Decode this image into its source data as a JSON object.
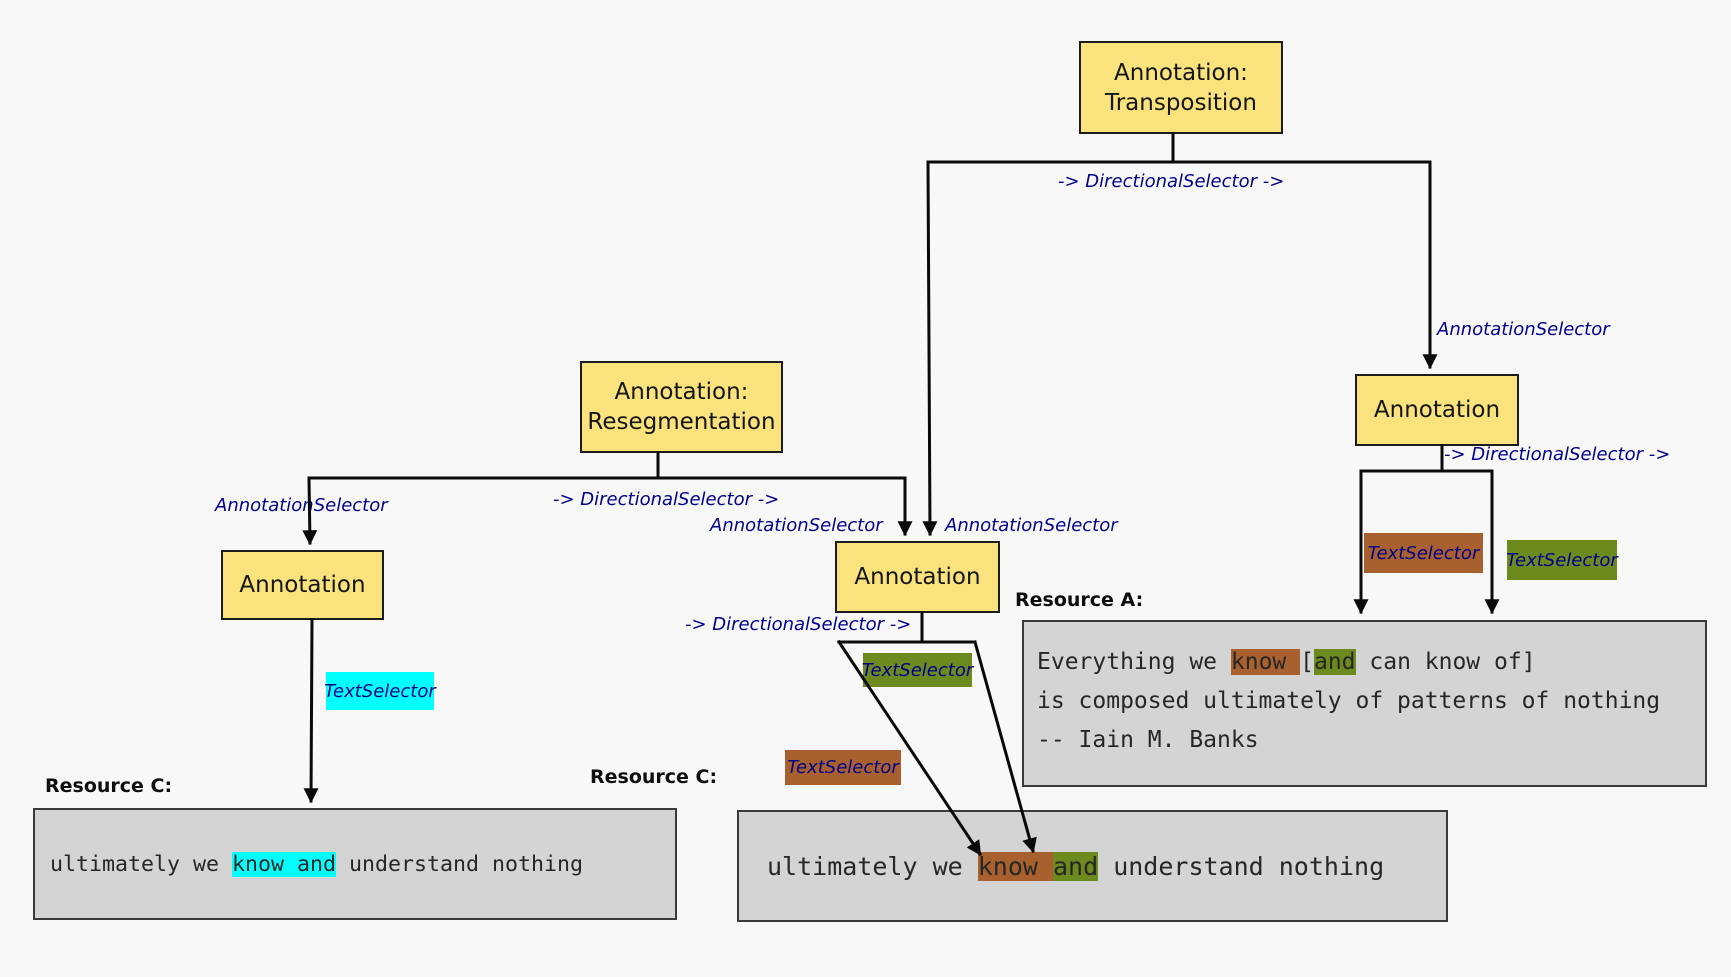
{
  "colors": {
    "background": "#f8f8f8",
    "node_fill": "#fae37c",
    "node_border": "#1c1c1c",
    "edge_label_text": "#00008b",
    "resource_fill": "#d4d4d4",
    "highlight_sienna": "#a9602f",
    "highlight_olive": "#6c8a1e",
    "highlight_cyan": "#00ffff"
  },
  "nodes": {
    "transposition": {
      "lines": [
        "Annotation:",
        "Transposition"
      ]
    },
    "resegmentation": {
      "lines": [
        "Annotation:",
        "Resegmentation"
      ]
    },
    "annotation_left": {
      "label": "Annotation"
    },
    "annotation_middle": {
      "label": "Annotation"
    },
    "annotation_right": {
      "label": "Annotation"
    }
  },
  "edge_labels": {
    "top_directional": "-> DirectionalSelector ->",
    "right_annotation_selector": "AnnotationSelector",
    "right_directional": "-> DirectionalSelector ->",
    "reseg_left_annotation_selector": "AnnotationSelector",
    "reseg_directional": "-> DirectionalSelector ->",
    "mid_left_annotation_selector": "AnnotationSelector",
    "mid_right_annotation_selector": "AnnotationSelector",
    "mid_directional": "-> DirectionalSelector ->"
  },
  "selector_chips": {
    "left_cyan": "TextSelector",
    "mid_olive": "TextSelector",
    "mid_sienna": "TextSelector",
    "right_sienna": "TextSelector",
    "right_olive": "TextSelector"
  },
  "resources": {
    "a": {
      "title": "Resource A:",
      "lines": [
        [
          {
            "t": "Everything we ",
            "h": null
          },
          {
            "t": "know ",
            "h": "sienna"
          },
          {
            "t": "[",
            "h": null
          },
          {
            "t": "and",
            "h": "olive"
          },
          {
            "t": " can know of]",
            "h": null
          }
        ],
        [
          {
            "t": "is composed ultimately of patterns of nothing",
            "h": null
          }
        ],
        [
          {
            "t": "-- Iain M. Banks",
            "h": null
          }
        ]
      ]
    },
    "c_left": {
      "title": "Resource C:",
      "lines": [
        [
          {
            "t": "ultimately we ",
            "h": null
          },
          {
            "t": "know and",
            "h": "cyan"
          },
          {
            "t": " understand nothing",
            "h": null
          }
        ]
      ]
    },
    "c_mid": {
      "title": "Resource C:",
      "lines": [
        [
          {
            "t": "ultimately we ",
            "h": null
          },
          {
            "t": "know ",
            "h": "sienna"
          },
          {
            "t": "and",
            "h": "olive"
          },
          {
            "t": " understand nothing",
            "h": null
          }
        ]
      ]
    }
  }
}
